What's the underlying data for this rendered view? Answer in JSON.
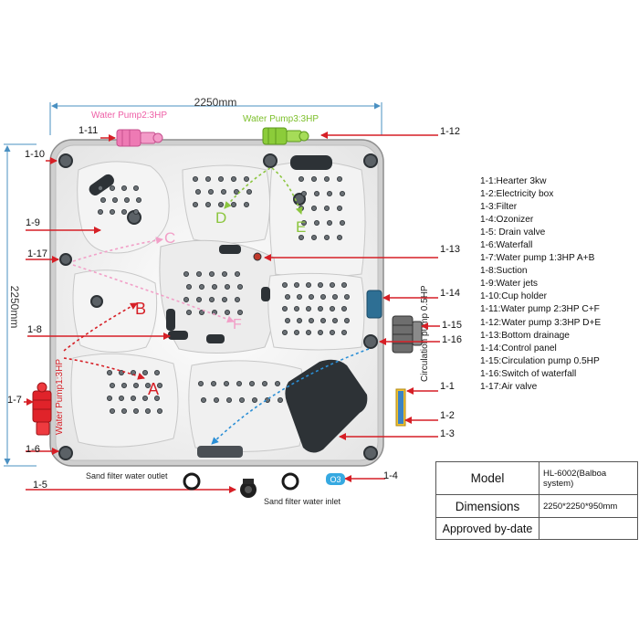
{
  "dimensions": {
    "top": "2250mm",
    "side": "2250mm"
  },
  "pump_labels": {
    "pump2": "Water Pump2:3HP",
    "pump3": "Water Pump3:3HP",
    "pump1": "Water Pump1:3HP",
    "circulation": "Circulation pump 0.5HP"
  },
  "callouts": {
    "c1_11": "1-11",
    "c1_12": "1-12",
    "c1_10": "1-10",
    "c1_9": "1-9",
    "c1_17": "1-17",
    "c1_13": "1-13",
    "c1_14": "1-14",
    "c1_8": "1-8",
    "c1_15": "1-15",
    "c1_16": "1-16",
    "c1_1": "1-1",
    "c1_7": "1-7",
    "c1_2": "1-2",
    "c1_3": "1-3",
    "c1_6": "1-6",
    "c1_5": "1-5",
    "c1_4": "1-4"
  },
  "flow_letters": {
    "a": "A",
    "b": "B",
    "c": "C",
    "d": "D",
    "e": "E",
    "f": "F"
  },
  "bottom_labels": {
    "outlet": "Sand filter water outlet",
    "inlet": "Sand filter water inlet",
    "ozone": "O3"
  },
  "legend": [
    "1-1:Hearter 3kw",
    "1-2:Electricity box",
    "1-3:Filter",
    "1-4:Ozonizer",
    "1-5: Drain valve",
    "1-6:Waterfall",
    "1-7:Water pump 1:3HP A+B",
    "1-8:Suction",
    "1-9:Water jets",
    "1-10:Cup holder",
    "1-11:Water pump 2:3HP C+F",
    "1-12:Water pump 3:3HP D+E",
    "1-13:Bottom drainage",
    "1-14:Control panel",
    "1-15:Circulation pump 0.5HP",
    "1-16:Switch of  waterfall",
    "1-17:Air valve"
  ],
  "spec_table": {
    "model_label": "Model",
    "model_value": "HL-6002(Balboa system)",
    "dims_label": "Dimensions",
    "dims_value": "2250*2250*950mm",
    "approved_label": "Approved by-date",
    "approved_value": ""
  },
  "colors": {
    "arrow_red": "#d61f26",
    "pump2_pink": "#ee7ab4",
    "pump3_green": "#8ccc3a",
    "flow_d_e": "#8cc63f",
    "flow_c_f": "#f2a0c8",
    "flow_blue": "#2b8fd6",
    "dim_blue": "#4a90c2",
    "ozone": "#36a9e1"
  }
}
